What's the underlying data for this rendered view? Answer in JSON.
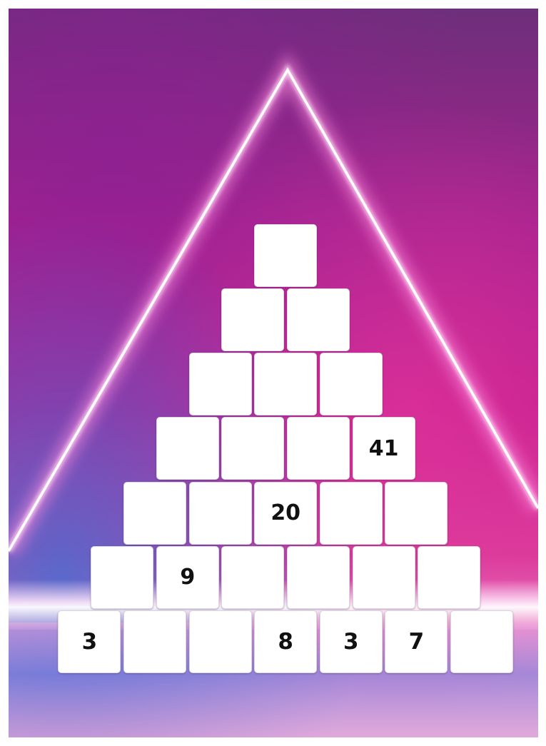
{
  "pyramid": {
    "rows": [
      [
        ""
      ],
      [
        "",
        ""
      ],
      [
        "",
        "",
        ""
      ],
      [
        "",
        "",
        "",
        "41"
      ],
      [
        "",
        "",
        "20",
        "",
        ""
      ],
      [
        "",
        "9",
        "",
        "",
        "",
        ""
      ],
      [
        "3",
        "",
        "",
        "8",
        "3",
        "7",
        ""
      ]
    ]
  },
  "colors": {
    "background_top": "#6d2f7a",
    "background_magenta": "#c21d8e",
    "neon_glow": "#ffffff",
    "cell_fill": "#ffffff",
    "number_text": "#111111"
  }
}
